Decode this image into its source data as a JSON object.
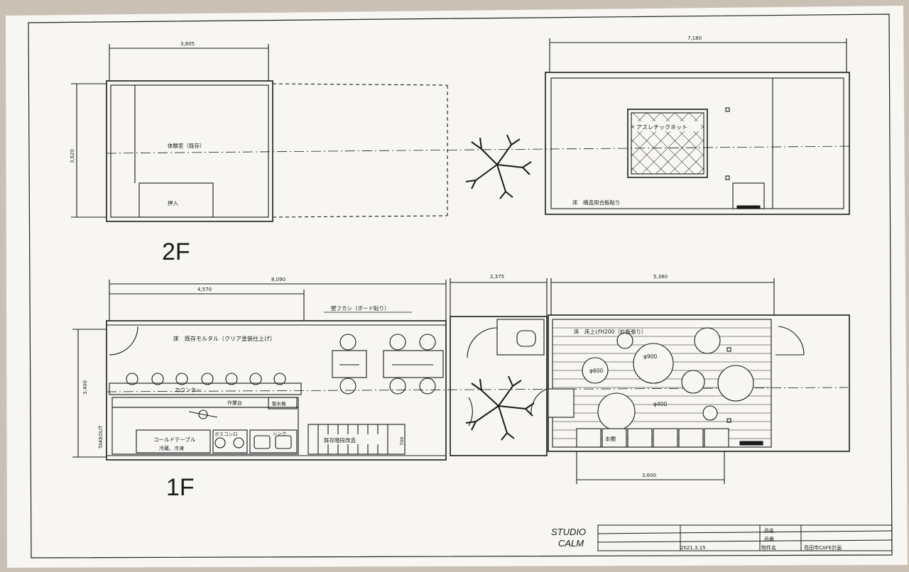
{
  "floor_labels": {
    "second": "2F",
    "first": "1F"
  },
  "dimensions": {
    "second_left_width": "3,805",
    "second_left_depth": "3,620",
    "second_right_width": "7,180",
    "first_left_total": "8,090",
    "first_left_part": "4,570",
    "first_middle": "2,375",
    "first_right": "5,380",
    "first_depth": "3,400",
    "first_right_bottom": "3,600"
  },
  "rooms": {
    "taiken": "体験室（既存）",
    "oshiire": "押入",
    "athletic": "アスレチックネット",
    "floor_plywood": "床　構造用合板貼り",
    "floor_mortar": "床　既存モルタル（クリア塗装仕上げ）",
    "wall": "壁フカシ（ボード貼り）",
    "counter": "カウンター",
    "workbench": "作業台",
    "sink_prep": "製氷機",
    "cold_table_1": "コールドテーブル",
    "cold_table_2": "冷蔵、冷凍",
    "gas": "ガスコンロ",
    "sink": "シンク",
    "stairs": "既存階段改造",
    "h700": "700",
    "takeout": "TAKEOUT",
    "floor_raised": "床　床上げH200（杉板張り）",
    "phi600": "φ600",
    "phi900": "φ900",
    "phi400": "φ400",
    "bookshelf": "本棚"
  },
  "title_block": {
    "logo_line1": "STUDIO",
    "logo_line2": "CALM",
    "date": "2021.3.15",
    "label_name": "品名",
    "label_number": "品番",
    "label_project": "物件名",
    "project": "島田市CAFE計画"
  },
  "colors": {
    "paper": "#f7f6f3",
    "line": "#1a1a1a",
    "background": "#c9c2b4"
  }
}
